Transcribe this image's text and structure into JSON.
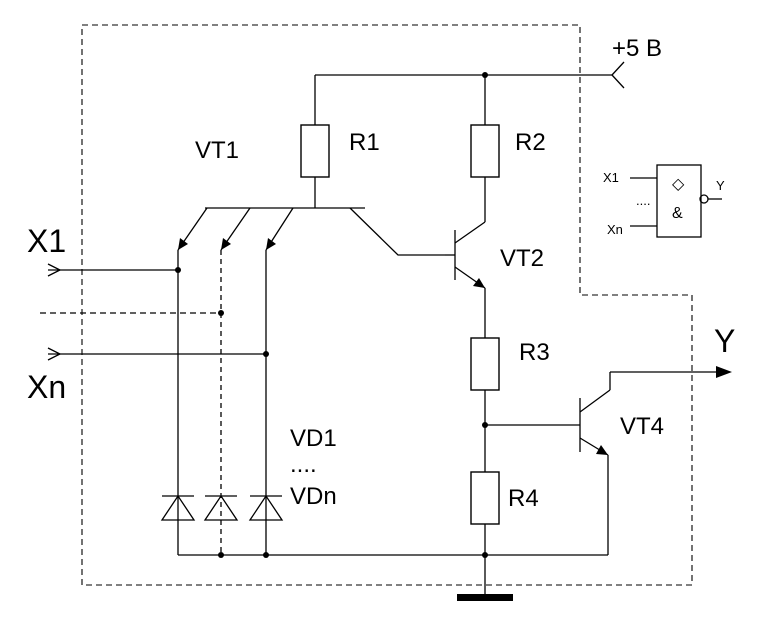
{
  "labels": {
    "supply": "+5 B",
    "vt1": "VT1",
    "r1": "R1",
    "r2": "R2",
    "vt2": "VT2",
    "r3": "R3",
    "r4": "R4",
    "vt4": "VT4",
    "vd1": "VD1",
    "vd_dots": "....",
    "vdn": "VDn",
    "input_x1": "X1",
    "input_xn": "Xn",
    "output_y": "Y"
  },
  "logic_symbol": {
    "input_x1": "X1",
    "input_xn": "Xn",
    "output_y": "Y",
    "gate": "&",
    "dots": "....",
    "diamond": "◇"
  }
}
